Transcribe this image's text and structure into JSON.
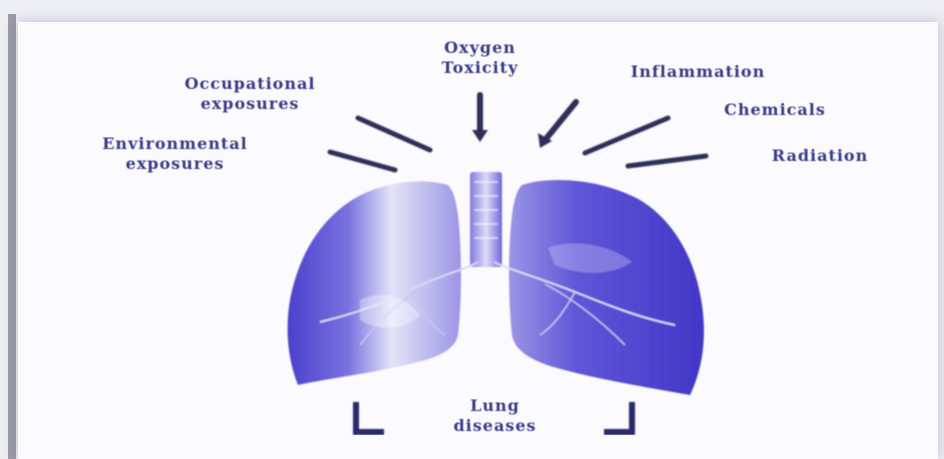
{
  "labels": {
    "oxygen_toxicity": "Oxygen\nToxicity",
    "occupational_exposures": "Occupational\nexposures",
    "inflammation": "Inflammation",
    "chemicals": "Chemicals",
    "environmental_exposures": "Environmental\nexposures",
    "radiation": "Radiation",
    "lung_disease": "Lung\ndiseases"
  },
  "colors": {
    "lung_fill": "#5a4fd6",
    "lung_light": "#eef0fb",
    "arrow": "#2d2d5a",
    "label": "#3a3a8a",
    "bracket": "#2b2b6b"
  }
}
